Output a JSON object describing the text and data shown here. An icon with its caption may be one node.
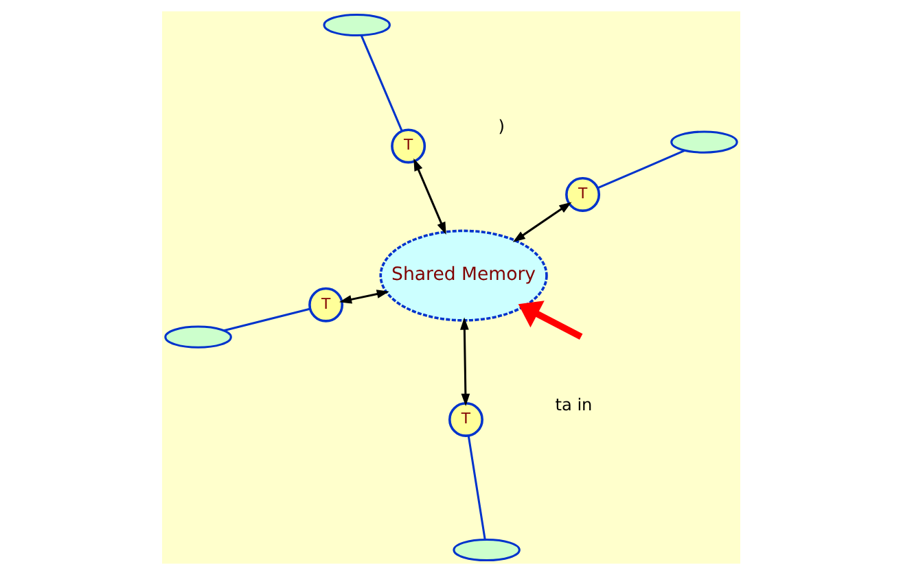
{
  "diagram": {
    "nodes": [
      {
        "text": [
          "Shared Memory"
        ]
      },
      {
        "text": [
          "T"
        ]
      },
      {
        "text": [
          "T"
        ]
      },
      {
        "text": [
          "T"
        ]
      },
      {
        "text": [
          "T"
        ]
      },
      {
        "text": [],
        "shape": "cloud"
      },
      {
        "text": [],
        "shape": "cloud"
      },
      {
        "text": [],
        "shape": "cloud"
      },
      {
        "text": [],
        "shape": "cloud"
      }
    ],
    "edges": [
      {
        "from": null,
        "to": 0,
        "arrow": "to",
        "style": "thick",
        "color": "#ff0000"
      },
      {
        "from": 1,
        "to": 0,
        "arrow": "both",
        "color": "#000000"
      },
      {
        "from": 2,
        "to": 0,
        "arrow": "both",
        "color": "#000000"
      },
      {
        "from": 3,
        "to": 0,
        "arrow": "both",
        "color": "#000000"
      },
      {
        "from": 4,
        "to": 0,
        "arrow": "both",
        "color": "#000000"
      },
      {
        "from": 1,
        "to": 5,
        "arrow": "none",
        "color": "#0033cc"
      },
      {
        "from": 2,
        "to": 6,
        "arrow": "none",
        "color": "#0033cc"
      },
      {
        "from": 3,
        "to": 7,
        "arrow": "none",
        "color": "#0033cc"
      },
      {
        "from": 4,
        "to": 8,
        "arrow": "none",
        "color": "#0033cc"
      }
    ],
    "labels": [
      "ta in",
      ")"
    ]
  }
}
